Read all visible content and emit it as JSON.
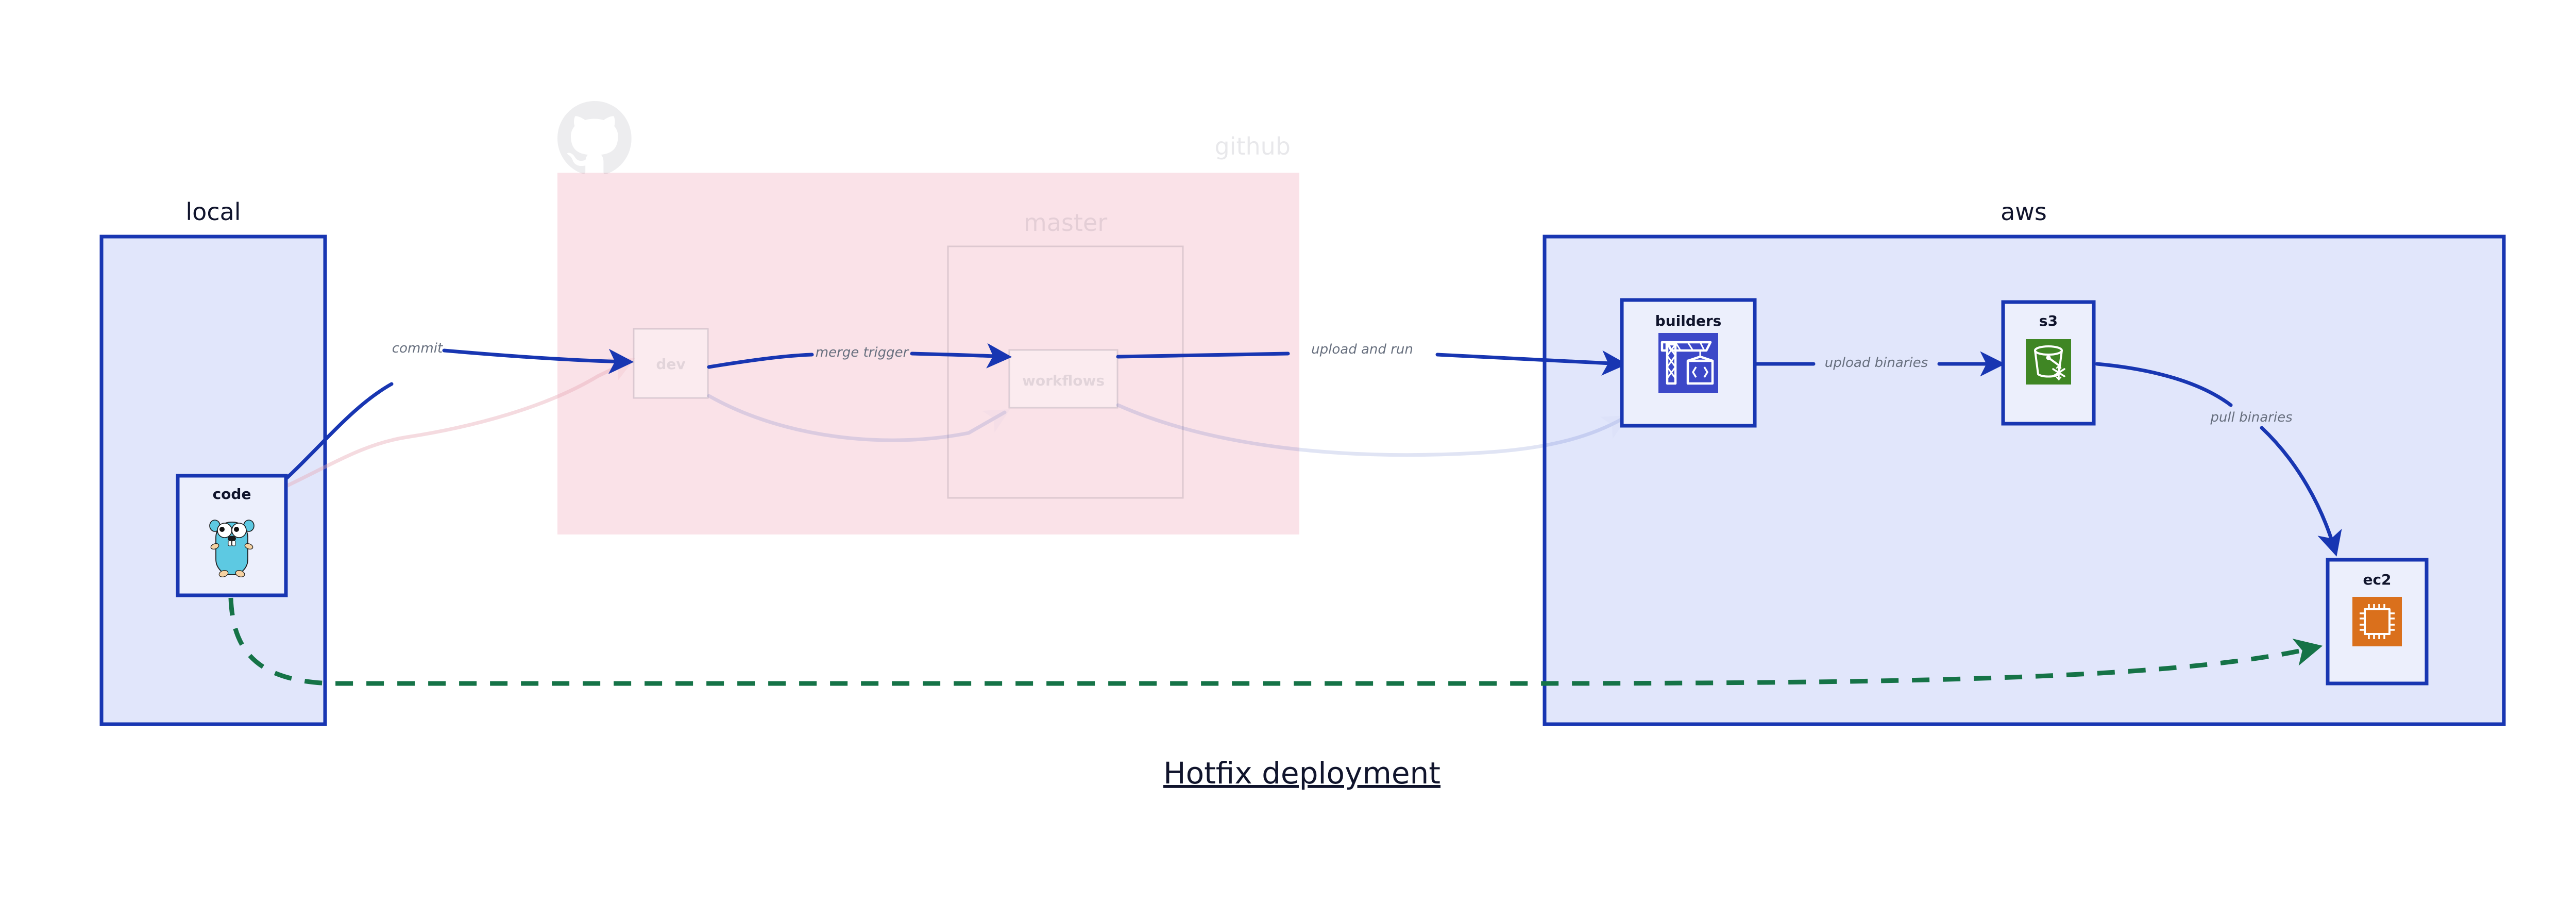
{
  "diagram": {
    "title": "Hotfix deployment",
    "background": "#ffffff",
    "accent_blue": "#1836b2",
    "cluster_blue_fill": "#e1e6fb",
    "cluster_pink_fill": "#fae2e8",
    "node_fill": "#eceffc",
    "dashed_green": "#157347",
    "label_gray": "#676f7e"
  },
  "clusters": [
    {
      "id": "local",
      "label": "local",
      "style": "solid-blue",
      "faded": false
    },
    {
      "id": "github",
      "label": "github",
      "style": "pink-fill",
      "faded": true,
      "icon": "github-octocat-icon"
    },
    {
      "id": "master",
      "label": "master",
      "style": "outline",
      "faded": true
    },
    {
      "id": "aws",
      "label": "aws",
      "style": "solid-blue",
      "faded": false
    }
  ],
  "nodes": [
    {
      "id": "code",
      "label": "code",
      "icon": "go-gopher-icon",
      "faded": false,
      "cluster": "local"
    },
    {
      "id": "dev",
      "label": "dev",
      "icon": "none",
      "faded": true,
      "cluster": "github"
    },
    {
      "id": "workflows",
      "label": "workflows",
      "icon": "none",
      "faded": true,
      "cluster": "master"
    },
    {
      "id": "builders",
      "label": "builders",
      "icon": "aws-codebuild-crane-icon",
      "icon_color": "#3c48c8",
      "faded": false,
      "cluster": "aws"
    },
    {
      "id": "s3",
      "label": "s3",
      "icon": "aws-s3-bucket-icon",
      "icon_color": "#3f8624",
      "faded": false,
      "cluster": "aws"
    },
    {
      "id": "ec2",
      "label": "ec2",
      "icon": "aws-ec2-cpu-icon",
      "icon_color": "#da701c",
      "faded": false,
      "cluster": "aws"
    }
  ],
  "edges": [
    {
      "id": "commit",
      "from": "code",
      "to": "dev",
      "label": "commit",
      "style": "solid-blue-arrow"
    },
    {
      "id": "merge-trigger",
      "from": "dev",
      "to": "workflows",
      "label": "merge trigger",
      "style": "solid-blue-arrow"
    },
    {
      "id": "upload-and-run",
      "from": "workflows",
      "to": "builders",
      "label": "upload and run",
      "style": "solid-blue-arrow"
    },
    {
      "id": "upload-binaries",
      "from": "builders",
      "to": "s3",
      "label": "upload binaries",
      "style": "solid-blue-arrow"
    },
    {
      "id": "pull-binaries",
      "from": "s3",
      "to": "ec2",
      "label": "pull binaries",
      "style": "solid-blue-arrow"
    },
    {
      "id": "hotfix-direct",
      "from": "code",
      "to": "ec2",
      "label": "",
      "style": "dashed-green-arrow"
    },
    {
      "id": "ghost-pink-back",
      "from": "code",
      "to": "dev",
      "label": "",
      "style": "faded-pink-arrow"
    },
    {
      "id": "ghost-blue-dev-workflows",
      "from": "dev",
      "to": "workflows",
      "label": "",
      "style": "faded-blue-arrow"
    },
    {
      "id": "ghost-blue-workflows-builders",
      "from": "workflows",
      "to": "builders",
      "label": "",
      "style": "faded-blue-arrow"
    }
  ]
}
